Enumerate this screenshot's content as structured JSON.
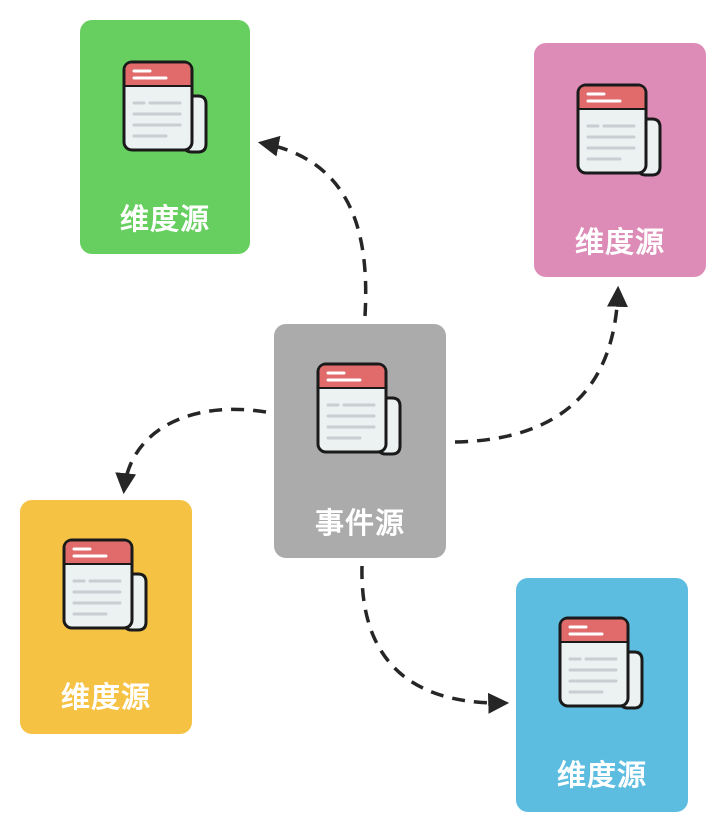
{
  "nodes": {
    "center": {
      "label": "事件源",
      "color": "#ababab"
    },
    "top_left": {
      "label": "维度源",
      "color": "#66cf5f"
    },
    "top_right": {
      "label": "维度源",
      "color": "#dc8cb6"
    },
    "bottom_left": {
      "label": "维度源",
      "color": "#f5c244"
    },
    "bottom_right": {
      "label": "维度源",
      "color": "#5dbde0"
    }
  },
  "icon": {
    "name": "document-icon",
    "header_color": "#e06b6a",
    "body_color": "#ecf1f2",
    "outline_color": "#1a1a1a",
    "line_color": "#c8cfd3"
  },
  "connector": {
    "color": "#262626",
    "style": "dashed-arrow"
  }
}
